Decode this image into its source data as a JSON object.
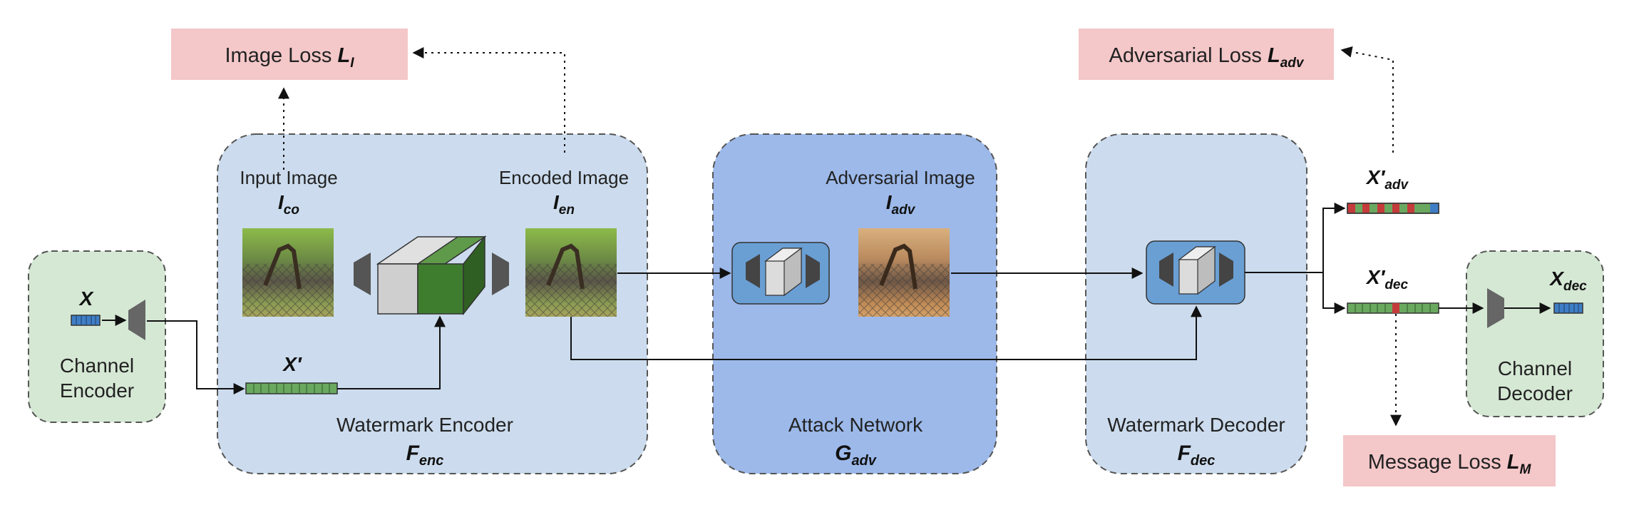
{
  "colors": {
    "light_blue_panel": "#ccdcee",
    "attack_panel": "#9cb9ea",
    "green_panel": "#d5e8d4",
    "loss_box": "#f4c7c9",
    "module_blue": "#6a9fd4",
    "vector_green": "#6aa860",
    "vector_red": "#c43b3b",
    "vector_blue": "#3f7ec6",
    "cube_gray": "#cfcfcf",
    "cube_green": "#3f7d2e"
  },
  "losses": {
    "image": {
      "label": "Image Loss ",
      "symbol": "L",
      "sub": "I"
    },
    "adversarial": {
      "label": "Adversarial Loss ",
      "symbol": "L",
      "sub": "adv"
    },
    "message": {
      "label": "Message Loss ",
      "symbol": "L",
      "sub": "M"
    }
  },
  "channel_encoder": {
    "line1": "Channel",
    "line2": "Encoder",
    "input_symbol": "X"
  },
  "channel_decoder": {
    "line1": "Channel",
    "line2": "Decoder",
    "output_symbol": "X",
    "output_sub": "dec"
  },
  "watermark_encoder": {
    "label": "Watermark Encoder",
    "symbol": "F",
    "sub": "enc",
    "input_image": {
      "label": "Input Image",
      "symbol": "I",
      "sub": "co"
    },
    "encoded_image": {
      "label": "Encoded Image",
      "symbol": "I",
      "sub": "en"
    },
    "message_symbol": "X′"
  },
  "attack_network": {
    "label": "Attack Network",
    "symbol": "G",
    "sub": "adv",
    "adversarial_image": {
      "label": "Adversarial Image",
      "symbol": "I",
      "sub": "adv"
    }
  },
  "watermark_decoder": {
    "label": "Watermark Decoder",
    "symbol": "F",
    "sub": "dec"
  },
  "decoded_vectors": {
    "adv": {
      "symbol": "X′",
      "sub": "adv"
    },
    "dec": {
      "symbol": "X′",
      "sub": "dec"
    }
  },
  "icons": [
    "trapezoid-layer-icon",
    "cube-network-icon",
    "image-thumbnail-icon",
    "vector-icon"
  ]
}
